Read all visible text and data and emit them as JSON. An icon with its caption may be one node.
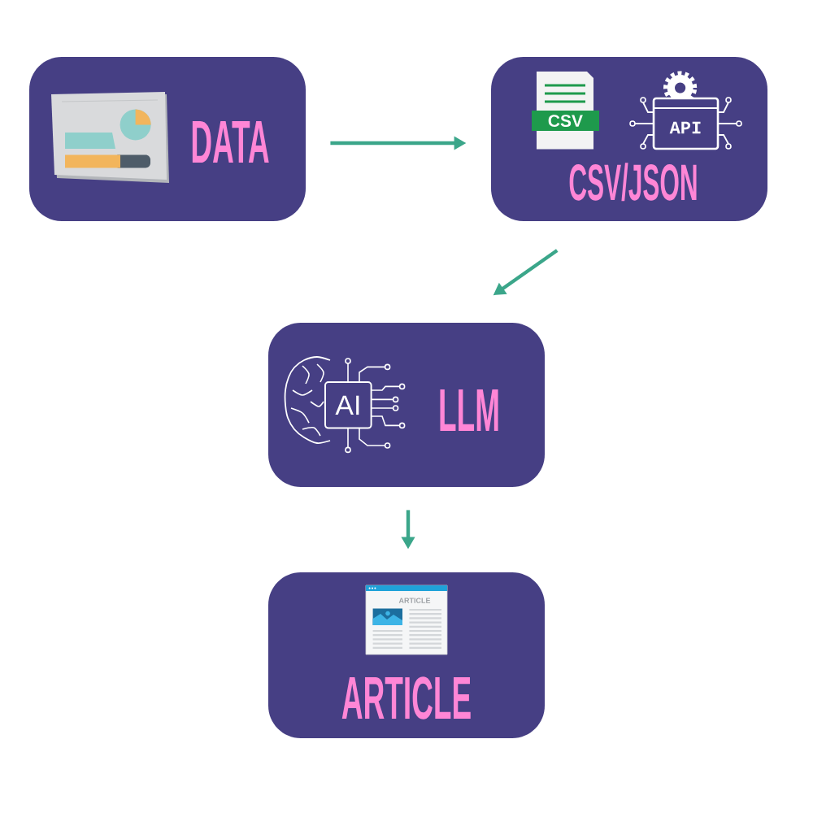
{
  "diagram": {
    "nodes": [
      {
        "text": [
          "DATA"
        ]
      },
      {
        "text": [
          "CSV/JSON"
        ]
      },
      {
        "text": [
          "LLM"
        ]
      },
      {
        "text": [
          "ARTICLE"
        ]
      }
    ],
    "edges": [
      {
        "from": 0,
        "to": 1,
        "arrow": "to"
      },
      {
        "from": 1,
        "to": 2,
        "arrow": "to"
      },
      {
        "from": 2,
        "to": 3,
        "arrow": "to"
      }
    ],
    "labels": [
      "CSV",
      "API",
      "AI",
      "ARTICLE"
    ]
  }
}
